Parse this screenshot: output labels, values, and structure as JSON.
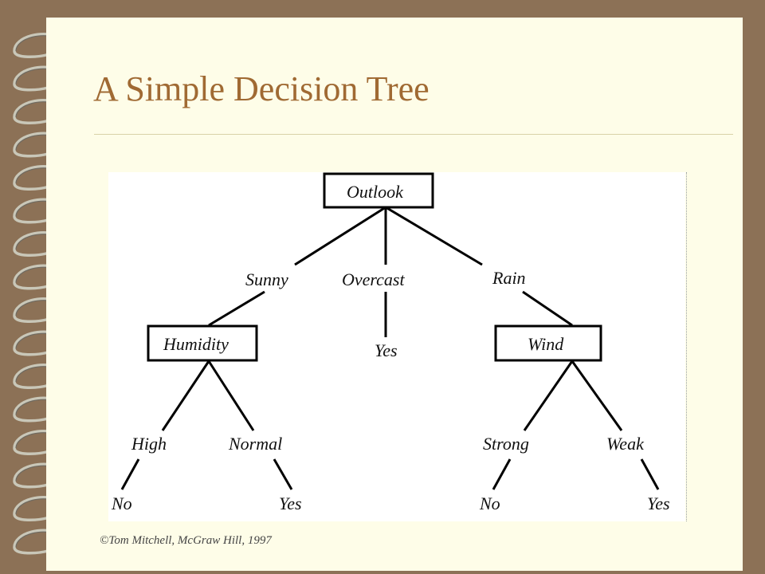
{
  "title": "A Simple Decision Tree",
  "credit": "©Tom Mitchell, McGraw Hill, 1997",
  "tree": {
    "root": "Outlook",
    "branches": {
      "sunny": "Sunny",
      "overcast": "Overcast",
      "rain": "Rain",
      "high": "High",
      "normal": "Normal",
      "strong": "Strong",
      "weak": "Weak"
    },
    "nodes": {
      "humidity": "Humidity",
      "wind": "Wind"
    },
    "leaves": {
      "overcast_yes": "Yes",
      "high_no": "No",
      "normal_yes": "Yes",
      "strong_no": "No",
      "weak_yes": "Yes"
    }
  },
  "colors": {
    "frame": "#8c7156",
    "page": "#fefde8",
    "title": "#a06a33"
  }
}
